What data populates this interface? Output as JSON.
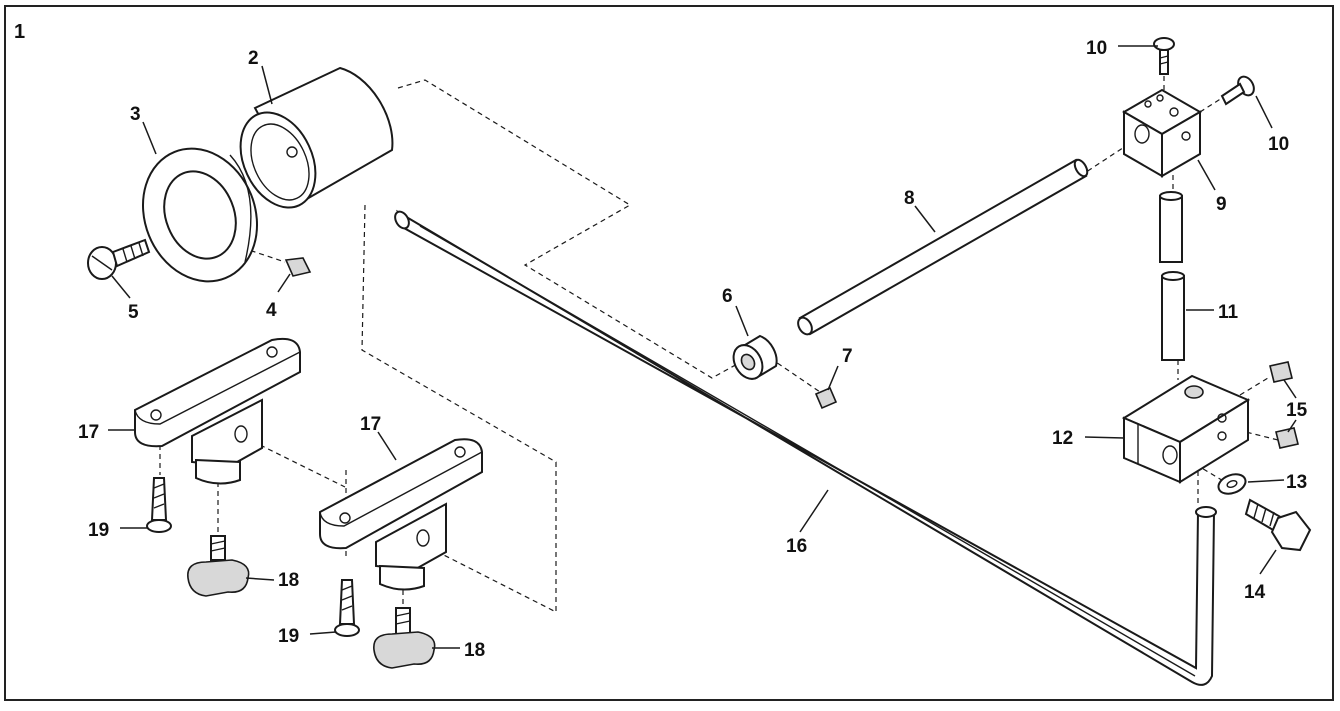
{
  "figure_number": "1",
  "labels": {
    "l2": "2",
    "l3": "3",
    "l4": "4",
    "l5": "5",
    "l6": "6",
    "l7": "7",
    "l8": "8",
    "l9": "9",
    "l10a": "10",
    "l10b": "10",
    "l11": "11",
    "l12": "12",
    "l13": "13",
    "l14": "14",
    "l15": "15",
    "l16": "16",
    "l17a": "17",
    "l17b": "17",
    "l18a": "18",
    "l18b": "18",
    "l19a": "19",
    "l19b": "19"
  }
}
